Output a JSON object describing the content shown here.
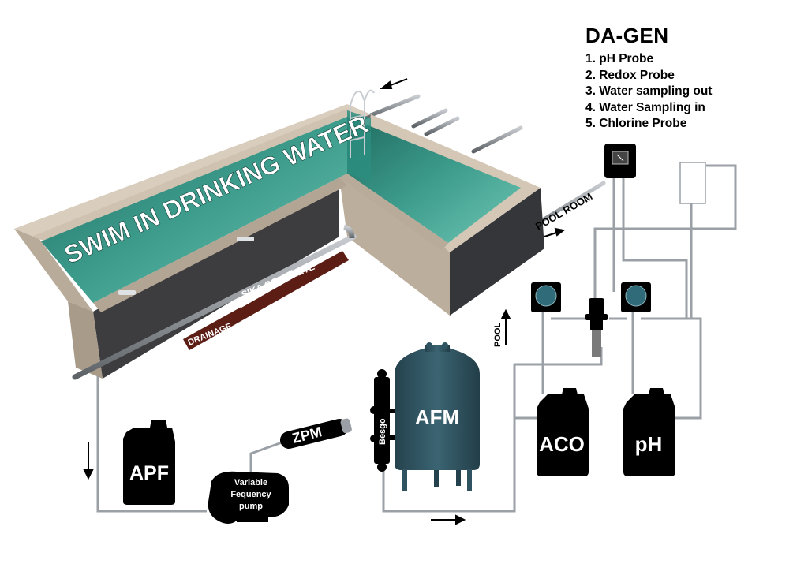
{
  "pool": {
    "title": "SWIM IN DRINKING WATER",
    "concrete_label": "SIKA CONCRETE",
    "drainage_label": "DRAINAGE",
    "room_label": "POOL ROOM"
  },
  "flow": {
    "pool_label": "POOL"
  },
  "equipment": {
    "apf": "APF",
    "pump": [
      "Variable",
      "Fequency",
      "pump"
    ],
    "zpm": "ZPM",
    "besgo": "Besgo",
    "afm": "AFM",
    "aco": "ACO",
    "ph": "pH"
  },
  "legend": {
    "title": "DA-GEN",
    "items": [
      "1. pH Probe",
      "2. Redox Probe",
      "3. Water sampling out",
      "4. Water Sampling in",
      "5. Chlorine Probe"
    ]
  },
  "colors": {
    "water": "#3d9c8c",
    "water_light": "#6fc6b4",
    "wall": "#c9bcac",
    "wall_dark": "#3a3a3c",
    "tank": "#2f5360",
    "drainage": "#5b1d14",
    "pipe": "#8a8f94"
  }
}
